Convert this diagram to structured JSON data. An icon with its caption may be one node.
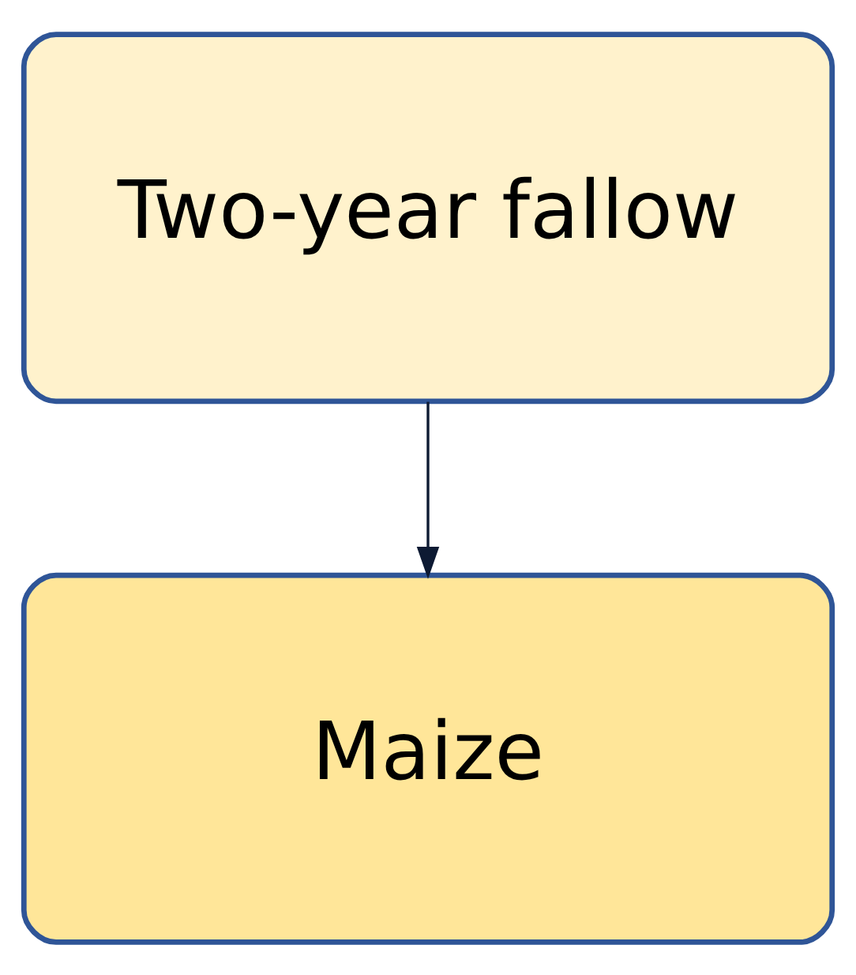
{
  "diagram": {
    "nodes": [
      {
        "text": [
          "Two-year fallow"
        ]
      },
      {
        "text": [
          "Maize"
        ]
      }
    ],
    "edges": [
      {
        "from": 0,
        "to": 1,
        "arrow": "to"
      }
    ]
  }
}
